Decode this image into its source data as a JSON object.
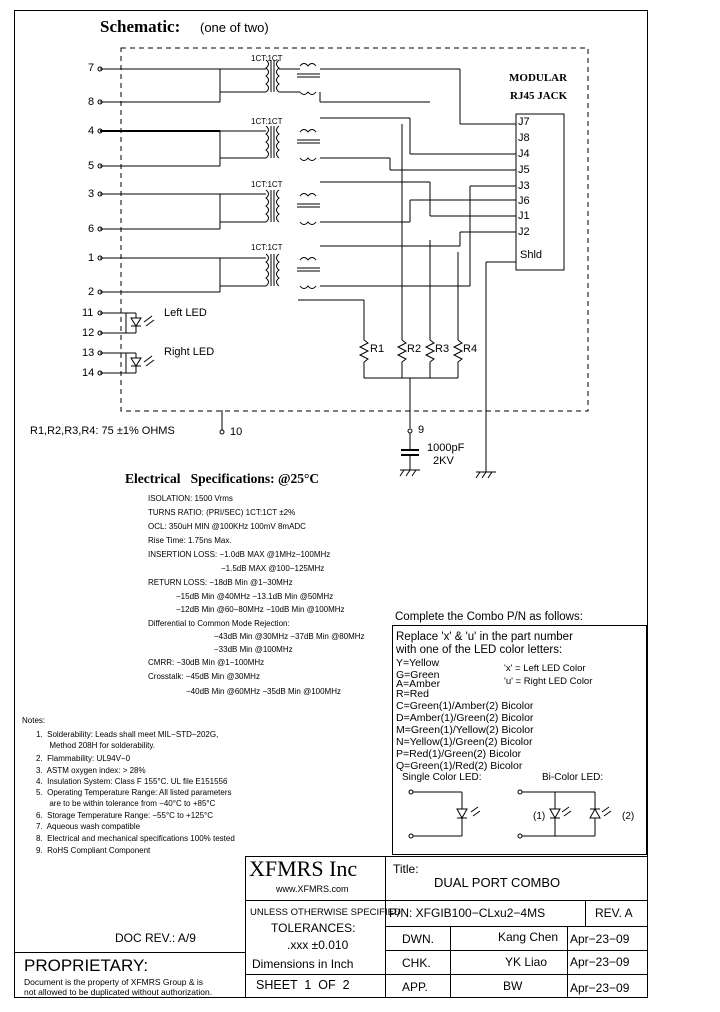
{
  "schematic": {
    "title": "Schematic:",
    "subtitle": "(one of two)",
    "jack_title_1": "MODULAR",
    "jack_title_2": "RJ45 JACK",
    "ratios": [
      "1CT:1CT",
      "1CT:1CT",
      "1CT:1CT",
      "1CT:1CT"
    ],
    "left_pins": [
      "7",
      "8",
      "4",
      "5",
      "3",
      "6",
      "1",
      "2"
    ],
    "jack_pins": [
      "J7",
      "J8",
      "J4",
      "J5",
      "J3",
      "J6",
      "J1",
      "J2",
      "Shld"
    ],
    "led_pins": [
      "11",
      "12",
      "13",
      "14"
    ],
    "left_led": "Left LED",
    "right_led": "Right LED",
    "resistors": [
      "R1",
      "R2",
      "R3",
      "R4"
    ],
    "resistor_note": "R1,R2,R3,R4: 75 ±1% OHMS",
    "pin10": "10",
    "pin9": "9",
    "cap_value": "1000pF",
    "cap_voltage": "2KV"
  },
  "electrical": {
    "title": "Electrical   Specifications: @25°C",
    "lines": [
      "ISOLATION: 1500 Vrms",
      "TURNS RATIO: (PRI/SEC) 1CT:1CT ±2%",
      "OCL: 350uH MIN @100KHz 100mV 8mADC",
      "Rise Time: 1.75ns Max.",
      "INSERTION LOSS: −1.0dB MAX @1MHz−100MHz",
      "−1.5dB MAX @100−125MHz",
      "RETURN LOSS: −18dB Min @1−30MHz",
      "−15dB Min @40MHz −13.1dB Min @50MHz",
      "−12dB Min @60−80MHz −10dB Min @100MHz",
      "Differential to Common Mode Rejection:",
      "−43dB Min @30MHz −37dB Min @80MHz",
      "−33dB Min @100MHz",
      "CMRR: −30dB Min @1−100MHz",
      "Crosstalk: −45dB Min @30MHz",
      "−40dB Min @60MHz −35dB Min @100MHz"
    ]
  },
  "notes": {
    "title": "Notes:",
    "items": [
      "1.  Solderability: Leads shall meet MIL−STD−202G,",
      "      Method 208H for solderability.",
      "2.  Flammability: UL94V−0",
      "3.  ASTM oxygen index: > 28%",
      "4.  Insulation System: Class F 155°C. UL file E151556",
      "5.  Operating Temperature Range: All listed parameters",
      "      are to be within tolerance from −40°C to +85°C",
      "6.  Storage Temperature Range: −55°C to +125°C",
      "7.  Aqueous wash compatible",
      "8.  Electrical and mechanical specifications 100% tested",
      "9.  RoHS Compliant Component"
    ]
  },
  "combo": {
    "header": "Complete the Combo P/N as follows:",
    "lines": [
      "Replace 'x' & 'u' in the part number",
      "with one of the LED color letters:",
      "Y=Yellow",
      "G=Green",
      "A=Amber",
      "R=Red",
      "C=Green(1)/Amber(2)  Bicolor",
      "D=Amber(1)/Green(2)  Bicolor",
      "M=Green(1)/Yellow(2)  Bicolor",
      "N=Yellow(1)/Green(2)  Bicolor",
      "P=Red(1)/Green(2)  Bicolor",
      "Q=Green(1)/Red(2)  Bicolor"
    ],
    "x_note": "'x' = Left LED Color",
    "u_note": "'u' = Right LED Color",
    "single_led": "Single Color LED:",
    "bicolor_led": "Bi-Color LED:",
    "bi_label_1": "(1)",
    "bi_label_2": "(2)"
  },
  "title_block": {
    "company": "XFMRS Inc",
    "website": "www.XFMRS.com",
    "title_label": "Title:",
    "title_value": "DUAL PORT COMBO",
    "unless": "UNLESS OTHERWISE SPECIFIED",
    "tolerances": "TOLERANCES:",
    "tol_value": ".xxx ±0.010",
    "dimensions": "Dimensions in Inch",
    "sheet": "SHEET  1  OF  2",
    "pn": "P/N:  XFGIB100−CLxu2−4MS",
    "rev": "REV. A",
    "dwn_label": "DWN.",
    "dwn_name": "Kang Chen",
    "dwn_date": "Apr−23−09",
    "chk_label": "CHK.",
    "chk_name": "YK Liao",
    "chk_date": "Apr−23−09",
    "app_label": "APP.",
    "app_name": "BW",
    "app_date": "Apr−23−09",
    "doc_rev": "DOC REV.: A/9",
    "proprietary": "PROPRIETARY:",
    "prop_line1": "Document is the property of XFMRS Group & is",
    "prop_line2": "not allowed to be duplicated without authorization."
  }
}
